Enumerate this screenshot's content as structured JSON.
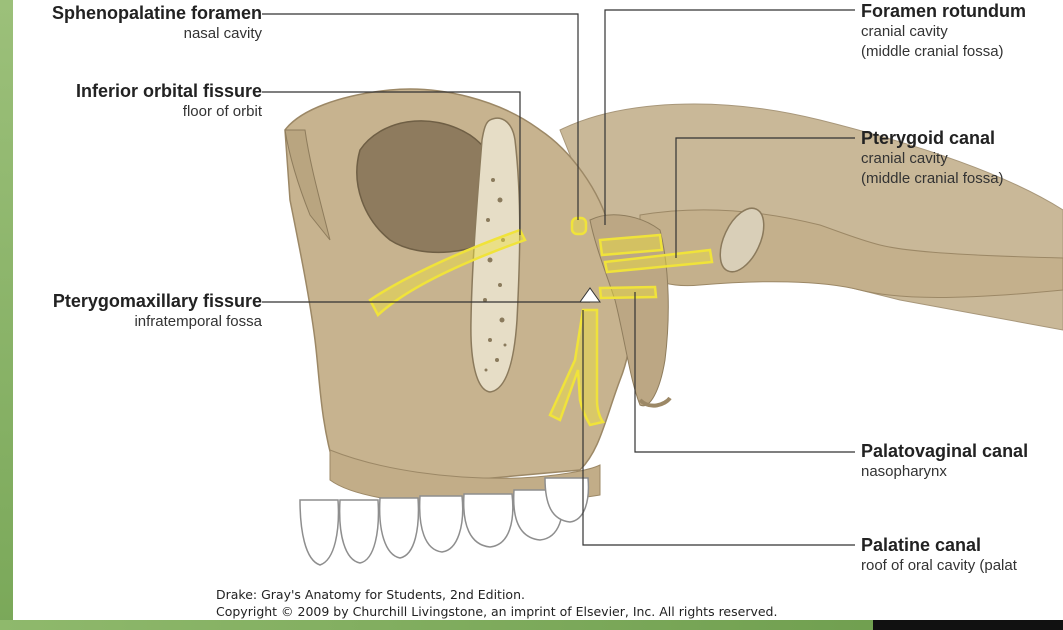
{
  "labels": {
    "sphenopalatine_foramen": {
      "title": "Sphenopalatine foramen",
      "sub": "nasal cavity"
    },
    "inferior_orbital_fissure": {
      "title": "Inferior orbital fissure",
      "sub": "floor of orbit"
    },
    "pterygomaxillary_fissure": {
      "title": "Pterygomaxillary fissure",
      "sub": "infratemporal fossa"
    },
    "foramen_rotundum": {
      "title": "Foramen rotundum",
      "sub1": "cranial cavity",
      "sub2": "(middle cranial fossa)"
    },
    "pterygoid_canal": {
      "title": "Pterygoid canal",
      "sub1": "cranial cavity",
      "sub2": "(middle cranial fossa)"
    },
    "palatovaginal_canal": {
      "title": "Palatovaginal canal",
      "sub": "nasopharynx"
    },
    "palatine_canal": {
      "title": "Palatine canal",
      "sub": "roof of oral cavity (palat"
    }
  },
  "credit": {
    "line1": "Drake: Gray's Anatomy for Students, 2nd Edition.",
    "line2": "Copyright © 2009 by Churchill Livingstone, an imprint of Elsevier, Inc. All rights reserved."
  },
  "colors": {
    "bone": "#c8b593",
    "bone_shadow": "#a38f6c",
    "canal_highlight": "#f0e33a",
    "frame_green": "#8fb96c"
  }
}
